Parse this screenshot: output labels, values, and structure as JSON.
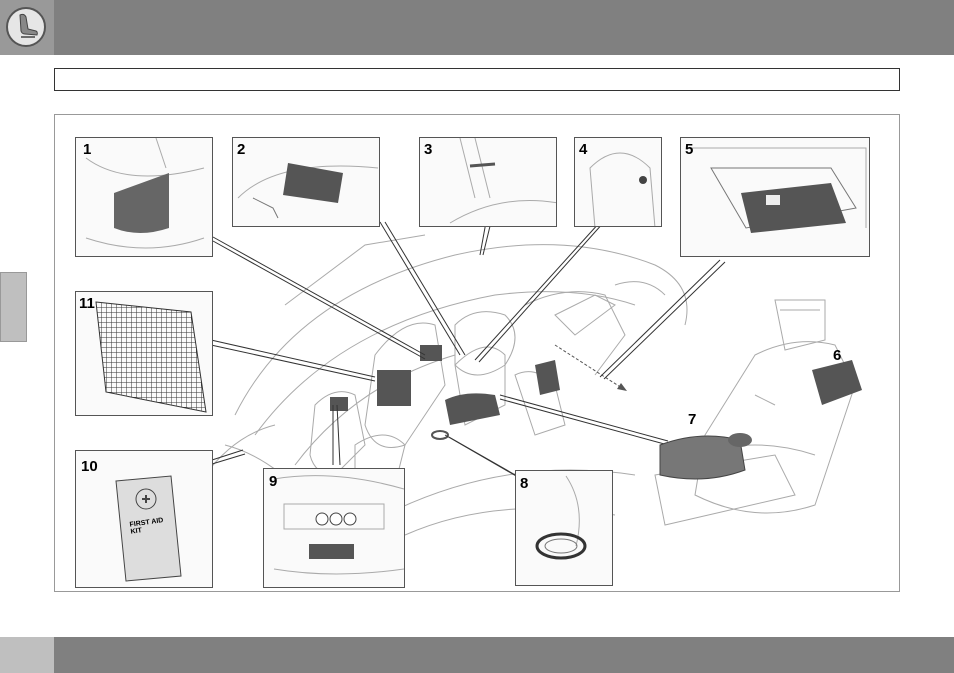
{
  "colors": {
    "header": "#808080",
    "tab": "#bfbfbf",
    "frame": "#999999",
    "line": "#555555"
  },
  "header": {
    "icon": "seat-icon"
  },
  "figure": {
    "callouts": [
      "1",
      "2",
      "3",
      "4",
      "5",
      "6",
      "7",
      "8",
      "9",
      "10",
      "11"
    ],
    "first_aid_label": "FIRST AID KIT"
  }
}
